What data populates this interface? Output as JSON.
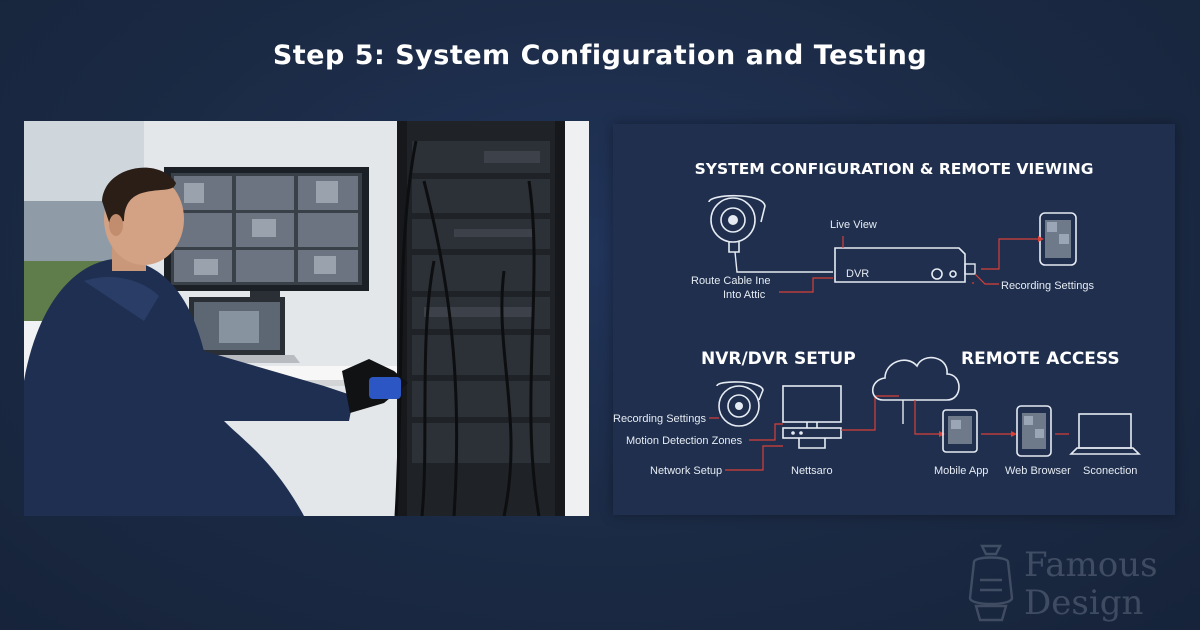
{
  "page": {
    "title": "Step 5: System Configuration and Testing"
  },
  "colors": {
    "background": "#1b2a44",
    "panel": "#1f2f4d",
    "accent_red": "#d8403a",
    "line_white": "#e6ebf3"
  },
  "diagram": {
    "top": {
      "heading": "SYSTEM CONFIGURATION & REMOTE VIEWING",
      "live_view": "Live View",
      "dvr": "DVR",
      "route_cable_line1": "Route Cable Ine",
      "route_cable_line2": "Into Attic",
      "recording_settings": "Recording Settings"
    },
    "nvr": {
      "heading": "NVR/DVR SETUP",
      "recording_settings": "Recording Settings",
      "motion_detection": "Motion Detection Zones",
      "network_setup": "Network Setup",
      "device_label": "Nettsaro"
    },
    "remote": {
      "heading": "REMOTE ACCESS",
      "mobile_app": "Mobile App",
      "web_browser": "Web Browser",
      "connection": "Sconection"
    }
  },
  "watermark": {
    "line1": "Famous",
    "line2": "Design"
  },
  "icons": [
    "camera-icon",
    "phone-icon",
    "cloud-icon",
    "monitor-icon",
    "tablet-icon",
    "laptop-icon",
    "dvr-icon",
    "lamp-logo-icon"
  ]
}
